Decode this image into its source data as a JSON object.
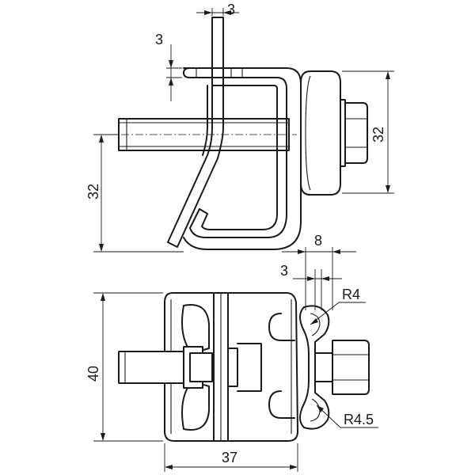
{
  "dimensions": {
    "top_width": "3",
    "top_thickness": "3",
    "top_left_height": "32",
    "top_right_height": "32",
    "bottom_slot_width": "8",
    "bottom_gap": "3",
    "radius_small": "R4",
    "bottom_height": "40",
    "radius_large": "R4.5",
    "bottom_width": "37"
  }
}
